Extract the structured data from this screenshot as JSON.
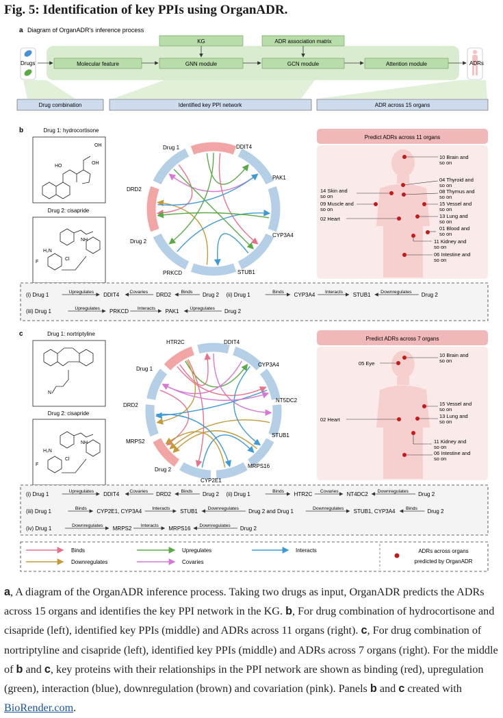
{
  "figure": {
    "title": "Fig. 5: Identification of key PPIs using OrganADR."
  },
  "panel_a": {
    "letter": "a",
    "subtitle": "Diagram of OrganADR's inference process",
    "drugs_label": "Drugs",
    "adrs_label": "ADRs",
    "kg_label": "KG",
    "adr_matrix_label": "ADR association matrix",
    "pipeline": [
      "Molecular feature",
      "GNN module",
      "GCN module",
      "Attention module"
    ],
    "outputs": [
      "Drug combination",
      "Identified key PPI network",
      "ADR across 15 organs"
    ]
  },
  "panel_b": {
    "letter": "b",
    "drug1_label": "Drug 1: hydrocortisone",
    "drug2_label": "Drug 2: cisapride",
    "circle_nodes": [
      "Drug 1",
      "DDIT4",
      "PAK1",
      "CYP3A4",
      "STUB1",
      "PRKCD",
      "Drug 2",
      "DRD2"
    ],
    "organs_title": "Predict ADRs across 11 organs",
    "organs_right": [
      "10 Brain and so on",
      "04 Thyroid and so on",
      "08 Thymus and so on",
      "15 Vessel and so on",
      "13 Lung and so on",
      "01 Blood and so on",
      "11 Kidney and so on",
      "06 Intestine and so on"
    ],
    "organs_left": [
      "14 Skin and so on",
      "09 Muscle and so on",
      "02 Heart"
    ],
    "path1_segments": [
      "(i) Drug 1",
      "Upregulates",
      "DDIT4",
      "Covaries",
      "DRD2",
      "Binds",
      "Drug 2",
      "(ii) Drug 1",
      "Binds",
      "CYP3A4",
      "Interacts",
      "STUB1",
      "Downregulates",
      "Drug 2"
    ],
    "path2_segments": [
      "(iii) Drug 1",
      "Upregulates",
      "PRKCD",
      "Interacts",
      "PAK1",
      "Upregulates",
      "Drug 2"
    ]
  },
  "panel_c": {
    "letter": "c",
    "drug1_label": "Drug 1: nortriptyline",
    "drug2_label": "Drug 2: cisapride",
    "circle_nodes": [
      "HTR2C",
      "DDIT4",
      "CYP3A4",
      "NT5DC2",
      "STUB1",
      "MRPS16",
      "CYP2E1",
      "Drug 2",
      "MRPS2",
      "DRD2",
      "Drug 1"
    ],
    "organs_title": "Predict ADRs across 7 organs",
    "organs_right": [
      "10 Brain and so on",
      "15 Vessel and so on",
      "13 Lung and so on",
      "11 Kidney and so on",
      "06 Intestine and so on"
    ],
    "organs_left": [
      "05 Eye",
      "02 Heart"
    ],
    "path1_segments": [
      "(i) Drug 1",
      "Upregulates",
      "DDIT4",
      "Covaries",
      "DRD2",
      "Binds",
      "Drug 2",
      "(ii) Drug 1",
      "Binds",
      "HTR2C",
      "Covaries",
      "NT4DC2",
      "Downregulates",
      "Drug 2"
    ],
    "path2_segments": [
      "(iii) Drug 1",
      "Binds",
      "CYP2E1, CYP3A4",
      "Interacts",
      "STUB1",
      "Downregulates",
      "Drug 2 and Drug 1",
      "Downregulates",
      "STUB1, CYP3A4",
      "Binds",
      "Drug 2"
    ],
    "path3_segments": [
      "(iv) Drug 1",
      "Downregulates",
      "MRPS2",
      "Interacts",
      "MRPS16",
      "Downregulates",
      "Drug 2"
    ]
  },
  "legend": {
    "items": [
      "Binds",
      "Upregulates",
      "Interacts",
      "Downregulates",
      "Covaries"
    ],
    "adr_note_line1": "ADRs across organs",
    "adr_note_line2": "predicted by OrganADR"
  },
  "colors": {
    "binds": "#e8718a",
    "upregulates": "#5aab46",
    "interacts": "#3d9ad6",
    "downregulates": "#c49a3a",
    "covaries": "#d878d6",
    "node_blue": "#b5cfe6",
    "node_pink": "#f2a5a5",
    "green_panel": "#d9ecd0",
    "organ_header": "#f0b8b8",
    "organ_bg": "#fbeaea",
    "adr_dot": "#c41a1a"
  },
  "caption": {
    "a_letter": "a",
    "a_text": ", A diagram of the OrganADR inference process. Taking two drugs as input, OrganADR predicts the ADRs across 15 organs and identifies the key PPI network in the KG. ",
    "b_letter": "b",
    "b_text": ", For drug combination of hydrocortisone and cisapride (left), identified key PPIs (middle) and ADRs across 11 organs (right). ",
    "c_letter": "c",
    "c_text": ", For drug combination of nortriptyline and cisapride (left), identified key PPIs (middle) and ADRs across 7 organs (right). For the middle of ",
    "mid_b": "b",
    "mid_and": " and ",
    "mid_c": "c",
    "rest_text": ", key proteins with their relationships in the PPI network are shown as binding (red), upregulation (green), interaction (blue), downregulation (brown) and covariation (pink). Panels ",
    "end_b": "b",
    "end_and": " and ",
    "end_c": "c",
    "created_text": " created with ",
    "link_text": "BioRender.com",
    "period": "."
  }
}
